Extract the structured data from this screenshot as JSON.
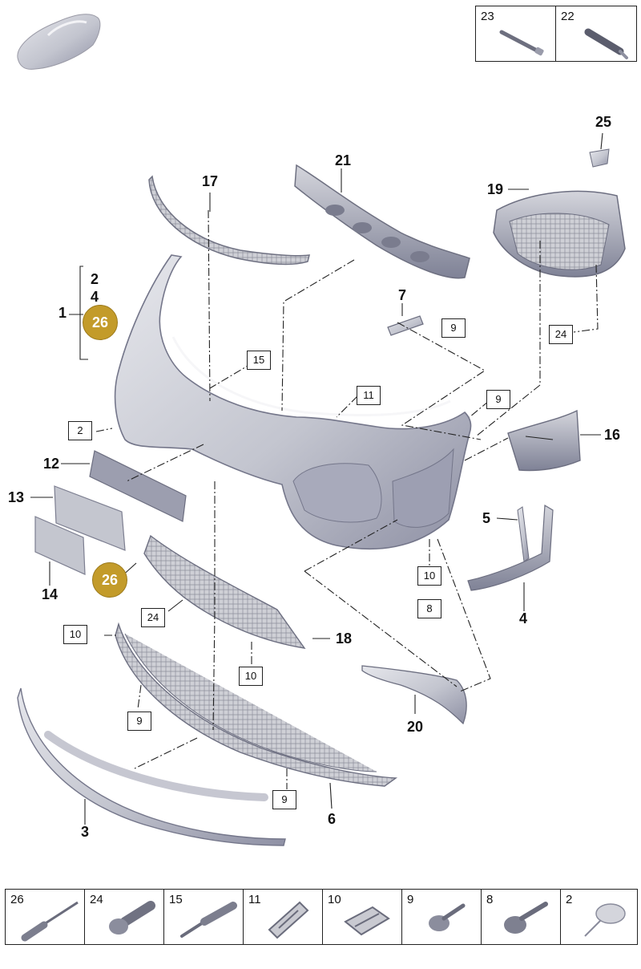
{
  "callouts": {
    "c1": "1",
    "c2": "2",
    "c3": "3",
    "c4a": "4",
    "c4b": "4",
    "c5": "5",
    "c6": "6",
    "c7": "7",
    "c12": "12",
    "c13": "13",
    "c14": "14",
    "c16": "16",
    "c17": "17",
    "c18": "18",
    "c19": "19",
    "c20": "20",
    "c21": "21",
    "c25": "25"
  },
  "boxed": {
    "b2": "2",
    "b8": "8",
    "b9a": "9",
    "b9b": "9",
    "b9c": "9",
    "b9d": "9",
    "b10a": "10",
    "b10b": "10",
    "b10c": "10",
    "b11": "11",
    "b15": "15",
    "b24a": "24",
    "b24b": "24"
  },
  "badges": {
    "g26a": "26",
    "g26b": "26"
  },
  "top_panel": [
    {
      "num": "23",
      "icon": "pin-icon"
    },
    {
      "num": "22",
      "icon": "rivet-tip-icon"
    }
  ],
  "bottom_panel": [
    {
      "num": "26",
      "icon": "blind-rivet-icon"
    },
    {
      "num": "24",
      "icon": "bolt-icon"
    },
    {
      "num": "15",
      "icon": "expansion-rivet-icon"
    },
    {
      "num": "11",
      "icon": "spring-clip-icon"
    },
    {
      "num": "10",
      "icon": "speed-nut-icon"
    },
    {
      "num": "9",
      "icon": "screw-icon"
    },
    {
      "num": "8",
      "icon": "flange-screw-icon"
    },
    {
      "num": "2",
      "icon": "cap-plug-icon"
    }
  ],
  "colors": {
    "part_fill": "#c9cad1",
    "part_shadow": "#8f91a3",
    "badge": "#c39b2a"
  }
}
